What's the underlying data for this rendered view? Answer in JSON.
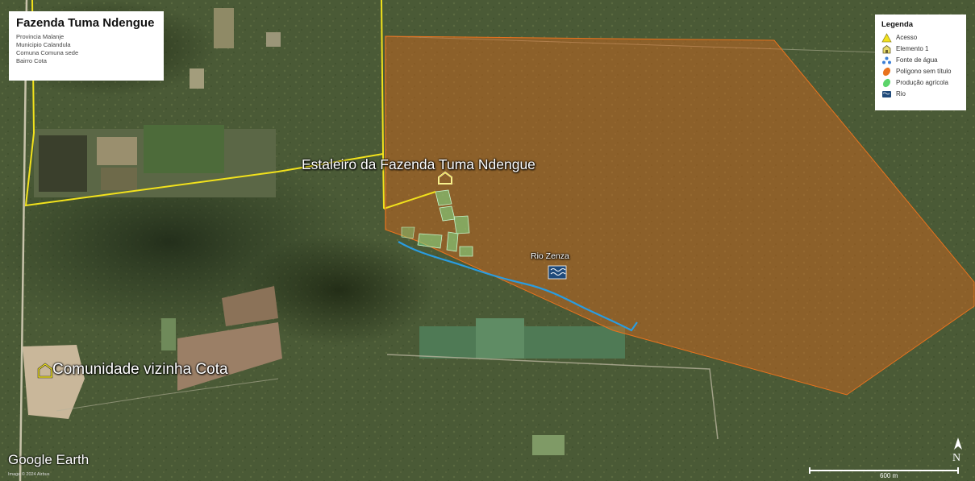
{
  "title_panel": {
    "title": "Fazenda Tuma Ndengue",
    "lines": [
      "Provincia Malanje",
      "Municipio Calandula",
      "Comuna Comuna sede",
      "Bairro Cota"
    ]
  },
  "legend": {
    "title": "Legenda",
    "items": [
      {
        "label": "Acesso",
        "icon": "road-icon",
        "color": "#f2e21c"
      },
      {
        "label": "Elemento 1",
        "icon": "house-icon",
        "color": "#e8dc6a"
      },
      {
        "label": "Fonte de água",
        "icon": "water-drops-icon",
        "color": "#3b7fd6"
      },
      {
        "label": "Polígono sem título",
        "icon": "orange-polygon-icon",
        "color": "#e9731e"
      },
      {
        "label": "Produção agrícola",
        "icon": "green-polygon-icon",
        "color": "#5cd46a"
      },
      {
        "label": "Rio",
        "icon": "river-icon",
        "color": "#1f4a7a"
      }
    ]
  },
  "map_labels": {
    "estaleiro": "Estaleiro da Fazenda Tuma Ndengue",
    "cota": "Comunidade vizinha Cota",
    "rio": "Rio Zenza"
  },
  "branding": {
    "logo": "Google Earth",
    "credit": "Image © 2024 Airbus"
  },
  "scale_bar": {
    "label": "600 m"
  },
  "north_arrow": {
    "label": "N"
  },
  "colors": {
    "access_line": "#f2e21c",
    "polygon_fill": "#e86a1a",
    "river": "#2a9ce0",
    "farm_plots": "#7fe08a"
  }
}
